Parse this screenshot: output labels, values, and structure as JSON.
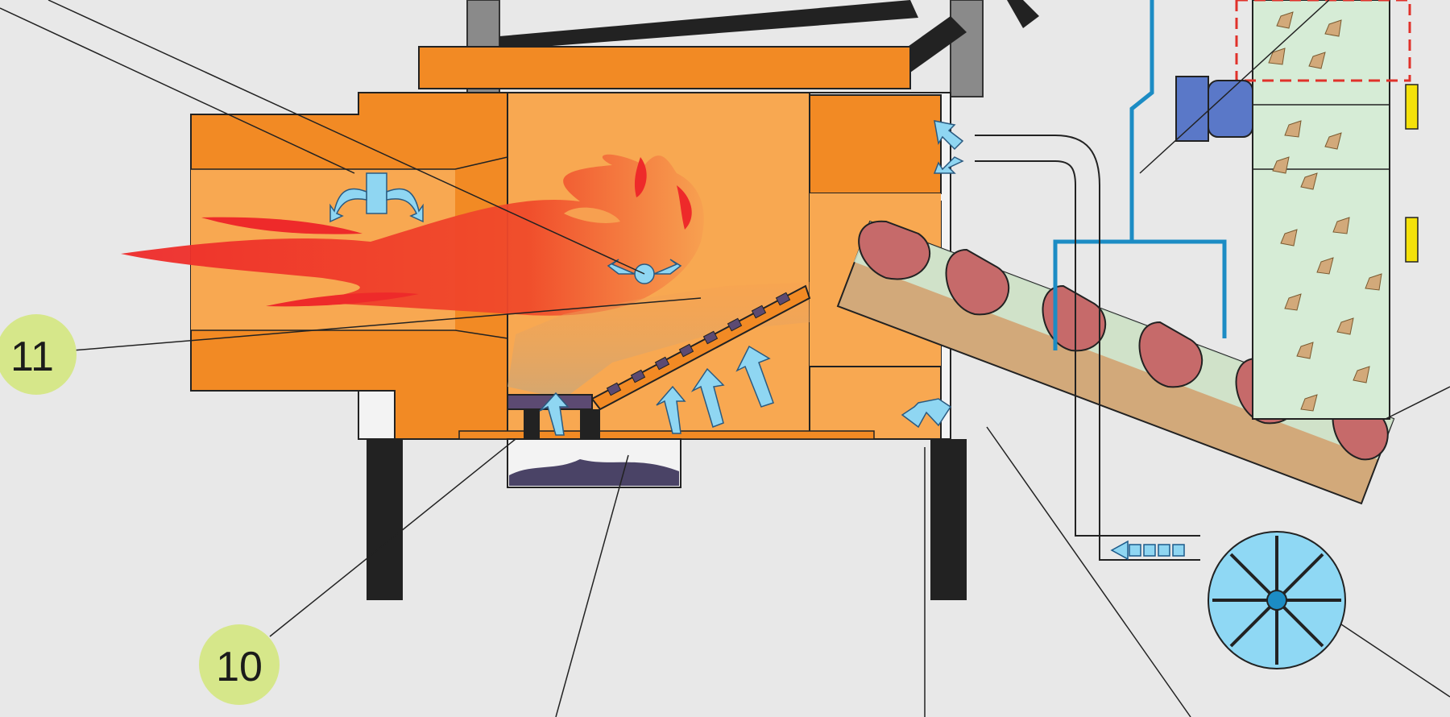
{
  "diagram": {
    "callouts": [
      {
        "id": "11",
        "label": "11"
      },
      {
        "id": "10",
        "label": "10"
      }
    ]
  },
  "colors": {
    "background": "#e8e8e8",
    "body_dark_orange": "#f28a24",
    "body_light_orange": "#f8a851",
    "flame_red": "#e8342a",
    "air_arrow_blue": "#8fd6f2",
    "callout_circle": "#d6e78a",
    "hopper_green": "#d6ecd6",
    "screw_pink": "#c66a6a",
    "pipe_blue": "#1c8cc4",
    "leg_black": "#222222",
    "motor_blue": "#5a78c8",
    "fan_blue": "#8fd8f4",
    "wood_chip": "#d2a97a"
  },
  "icons": [
    "flame-icon",
    "air-flow-arrow-icon",
    "fan-impeller-icon",
    "screw-auger-icon"
  ]
}
